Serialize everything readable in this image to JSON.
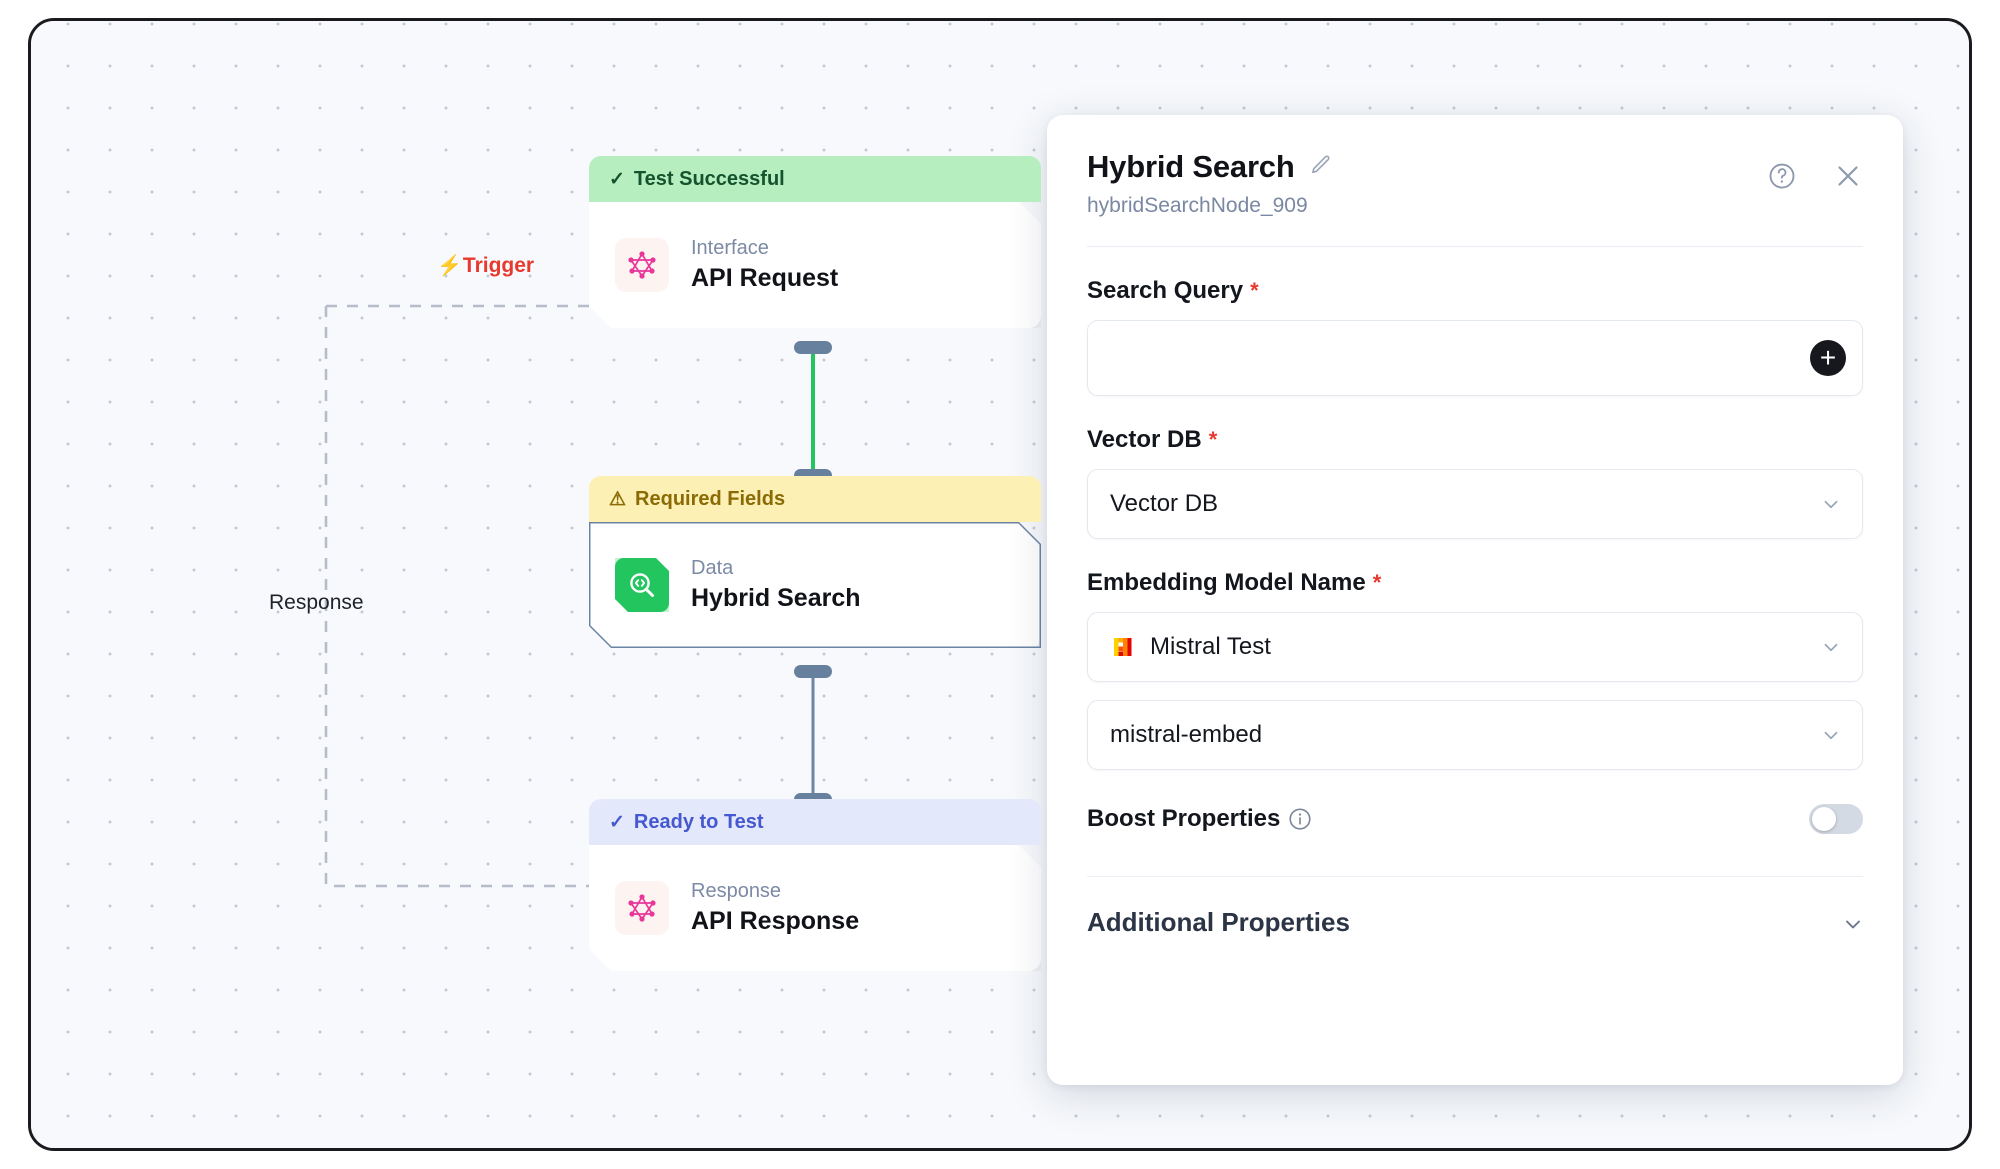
{
  "canvas": {
    "trigger_label": "Trigger",
    "trigger_icon": "lightning-bolt-icon",
    "response_label": "Response",
    "nodes": [
      {
        "status_badge": "Test Successful",
        "status_icon": "check-icon",
        "kind": "Interface",
        "title": "API Request",
        "icon": "graphql-icon"
      },
      {
        "status_badge": "Required Fields",
        "status_icon": "warning-triangle-icon",
        "kind": "Data",
        "title": "Hybrid Search",
        "icon": "code-search-icon"
      },
      {
        "status_badge": "Ready to Test",
        "status_icon": "check-icon",
        "kind": "Response",
        "title": "API Response",
        "icon": "graphql-icon"
      }
    ],
    "edges": [
      {
        "from": "API Request",
        "to": "Hybrid Search",
        "color": "#22c55e"
      },
      {
        "from": "Hybrid Search",
        "to": "API Response",
        "color": "#6e86a3"
      }
    ]
  },
  "panel": {
    "title": "Hybrid Search",
    "edit_icon": "pencil-icon",
    "subtitle": "hybridSearchNode_909",
    "help_icon": "question-circle-icon",
    "close_icon": "close-icon",
    "fields": {
      "search_query": {
        "label": "Search Query",
        "required_marker": "*",
        "value": "",
        "placeholder": "",
        "add_button_icon": "plus-icon"
      },
      "vector_db": {
        "label": "Vector DB",
        "required_marker": "*",
        "value": "Vector DB",
        "chevron_icon": "chevron-down-icon"
      },
      "embedding_model_name": {
        "label": "Embedding Model Name",
        "required_marker": "*",
        "provider_value": "Mistral Test",
        "provider_icon": "mistral-icon",
        "model_value": "mistral-embed",
        "chevron_icon": "chevron-down-icon"
      },
      "boost_properties": {
        "label": "Boost Properties",
        "info_icon": "info-circle-icon",
        "enabled": false
      }
    },
    "additional_properties": {
      "label": "Additional Properties",
      "chevron_icon": "chevron-down-icon"
    }
  },
  "colors": {
    "success": "#b6eec0",
    "warning": "#fdf0b4",
    "ready": "#e4e8fb",
    "required": "#e8392f",
    "edge_active": "#22c55e",
    "node_icon_green": "#22c55e"
  }
}
